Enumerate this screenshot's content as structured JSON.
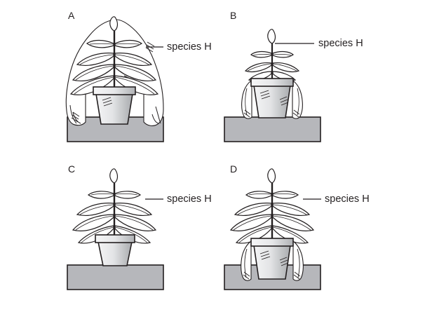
{
  "figure": {
    "type": "scientific-illustration",
    "subject": "plant transpiration experiment setup",
    "background_color": "#ffffff",
    "panel_count": 4
  },
  "colors": {
    "outline": "#231f20",
    "text": "#231f20",
    "base_block_fill": "#b6b7bb",
    "base_block_stroke": "#231f20",
    "pot_light": "#f2f2f2",
    "pot_mid": "#d9dadd",
    "pot_dark": "#a7a9ac",
    "bag_fill": "#ffffff",
    "leaf_fill": "#ffffff"
  },
  "panels": [
    {
      "id": "A",
      "label": "A",
      "species_label": "species H",
      "plant_size": "large",
      "bag_coverage": "whole-plant",
      "bag_present": true,
      "pot_present": true,
      "base_present": true
    },
    {
      "id": "B",
      "label": "B",
      "species_label": "species H",
      "plant_size": "small",
      "bag_coverage": "pot-only",
      "bag_present": true,
      "pot_present": true,
      "base_present": true
    },
    {
      "id": "C",
      "label": "C",
      "species_label": "species H",
      "plant_size": "large",
      "bag_coverage": "none",
      "bag_present": false,
      "pot_present": true,
      "base_present": true
    },
    {
      "id": "D",
      "label": "D",
      "species_label": "species H",
      "plant_size": "large",
      "bag_coverage": "pot-only",
      "bag_present": true,
      "pot_present": true,
      "base_present": true
    }
  ]
}
